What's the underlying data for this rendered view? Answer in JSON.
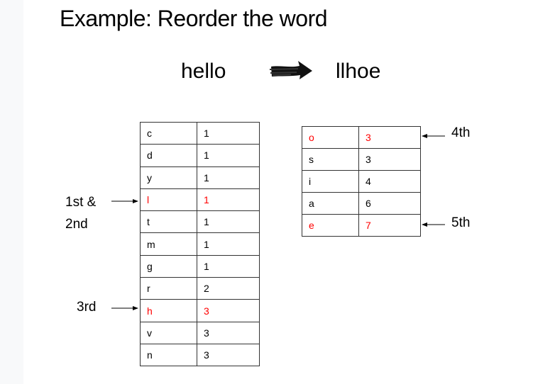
{
  "title": "Example: Reorder the word",
  "input_word": "hello",
  "output_word": "llhoe",
  "arrow_icon": "brush-arrow-right",
  "highlight_color": "#ff0000",
  "left_table": [
    {
      "char": "c",
      "count": "1",
      "highlight": false
    },
    {
      "char": "d",
      "count": "1",
      "highlight": false
    },
    {
      "char": "y",
      "count": "1",
      "highlight": false
    },
    {
      "char": "l",
      "count": "1",
      "highlight": true
    },
    {
      "char": "t",
      "count": "1",
      "highlight": false
    },
    {
      "char": "m",
      "count": "1",
      "highlight": false
    },
    {
      "char": "g",
      "count": "1",
      "highlight": false
    },
    {
      "char": "r",
      "count": "2",
      "highlight": false
    },
    {
      "char": "h",
      "count": "3",
      "highlight": true
    },
    {
      "char": "v",
      "count": "3",
      "highlight": false
    },
    {
      "char": "n",
      "count": "3",
      "highlight": false
    }
  ],
  "right_table": [
    {
      "char": "o",
      "count": "3",
      "highlight": true
    },
    {
      "char": "s",
      "count": "3",
      "highlight": false
    },
    {
      "char": "i",
      "count": "4",
      "highlight": false
    },
    {
      "char": "a",
      "count": "6",
      "highlight": false
    },
    {
      "char": "e",
      "count": "7",
      "highlight": true
    }
  ],
  "annotations": {
    "first_second_line1": "1st &",
    "first_second_line2": "2nd",
    "third": "3rd",
    "fourth": "4th",
    "fifth": "5th"
  }
}
